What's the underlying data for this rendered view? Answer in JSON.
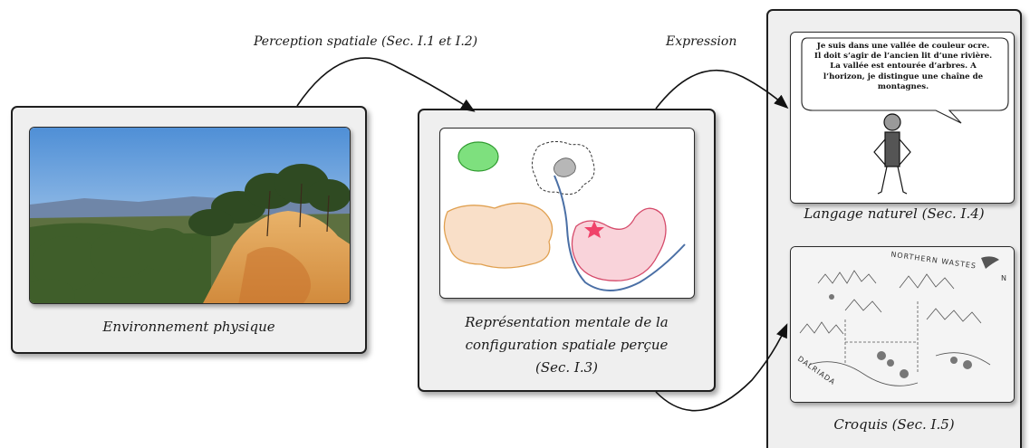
{
  "labels": {
    "top_arrow": "Perception spatiale (Sec. I.1 et I.2)",
    "expression": "Expression"
  },
  "physical": {
    "caption": "Environnement physique"
  },
  "mental": {
    "caption_line1": "Représentation mentale de la",
    "caption_line2": "configuration spatiale perçue",
    "caption_line3": "(Sec. I.3)"
  },
  "language": {
    "speech": "Je suis dans une vallée de couleur ocre. Il doit s’agir de l’ancien lit d’une rivière. La vallée est entourée d’arbres. A l’horizon, je distingue une chaîne de montagnes.",
    "caption": "Langage naturel (Sec. I.4)"
  },
  "sketch": {
    "map_title": "NORTHERN WASTES",
    "map_side_text": "DALRIADA",
    "compass_n": "N",
    "caption": "Croquis (Sec. I.5)"
  },
  "colors": {
    "green_region": "#7ee07e",
    "orange_region": "#f9dfc8",
    "pink_region": "#f9d3da",
    "river": "#4a6fa5",
    "star": "#f0436a"
  }
}
